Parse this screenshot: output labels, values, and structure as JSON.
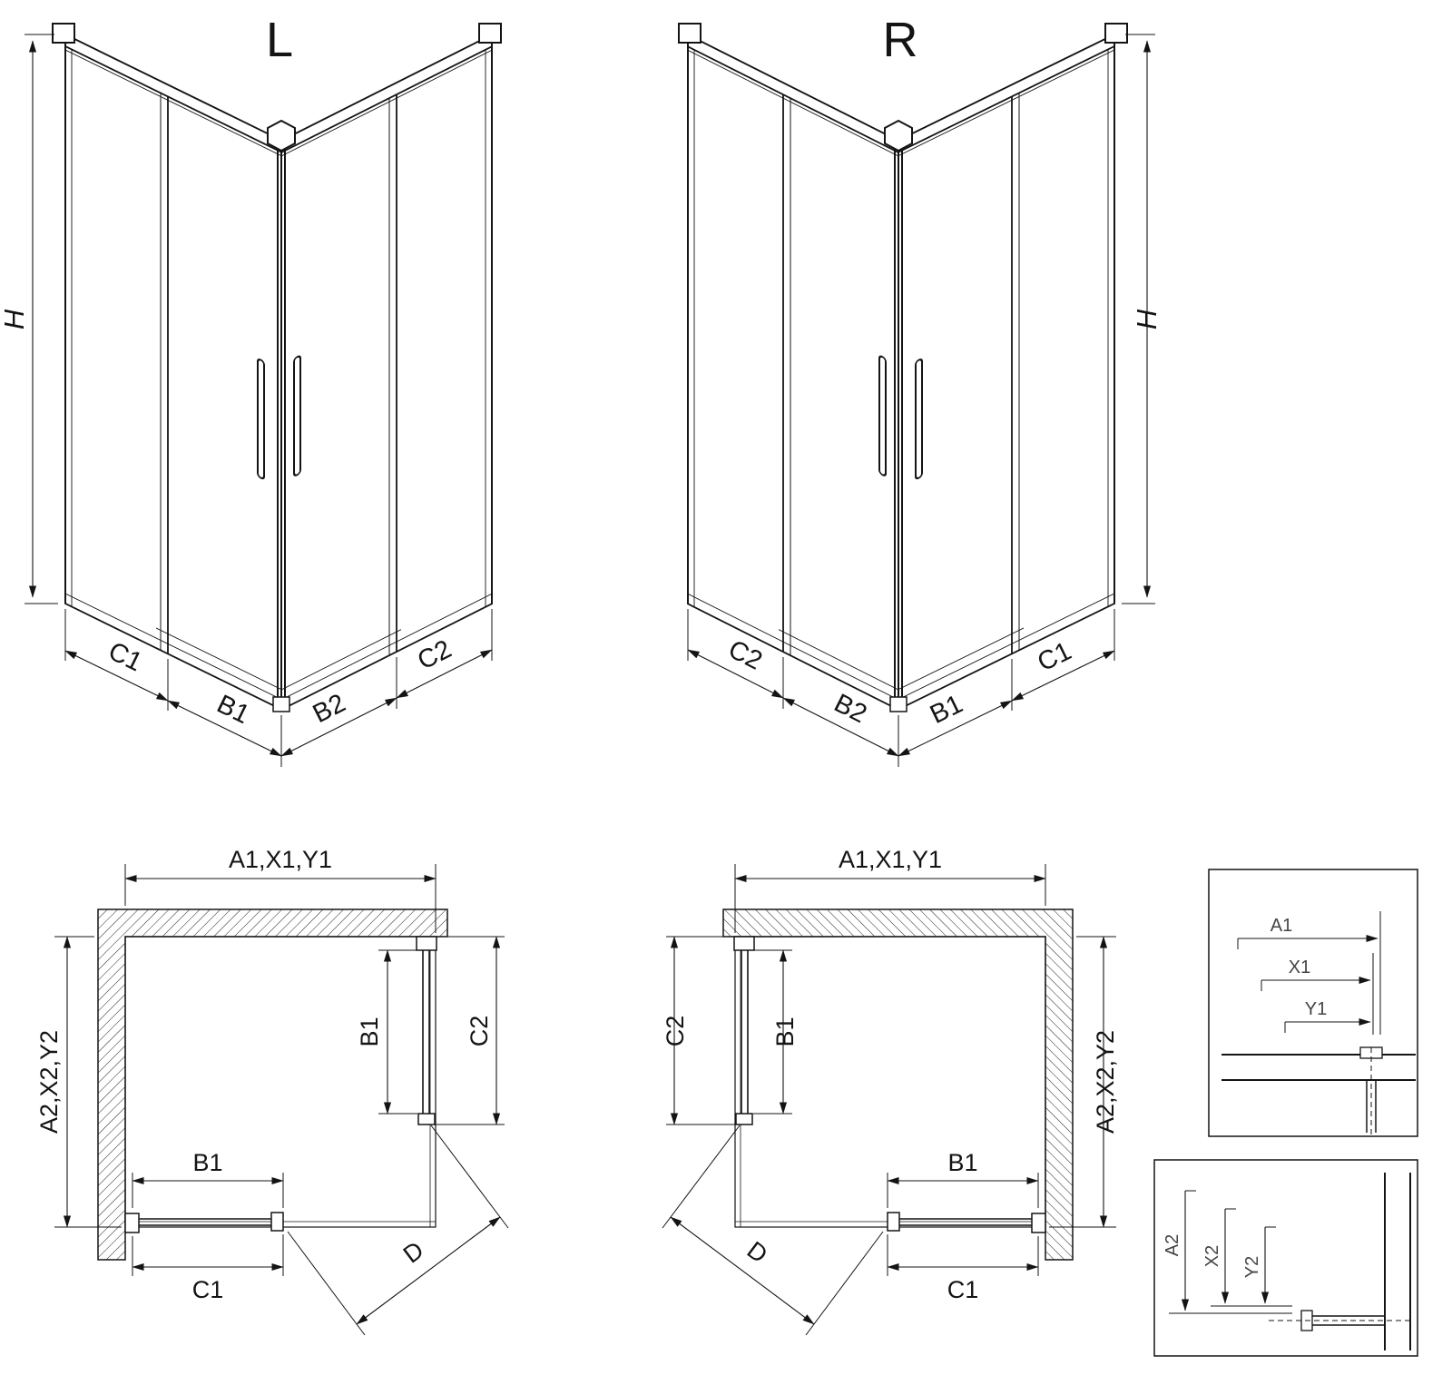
{
  "iso_left": {
    "title": "L",
    "height": "H",
    "seg_c1": "C1",
    "seg_b1": "B1",
    "seg_b2": "B2",
    "seg_c2": "C2"
  },
  "iso_right": {
    "title": "R",
    "height": "H",
    "seg_c1": "C1",
    "seg_b1": "B1",
    "seg_b2": "B2",
    "seg_c2": "C2"
  },
  "plan_left": {
    "width": "A1,X1,Y1",
    "depth": "A2,X2,Y2",
    "side_door": "B1",
    "side_panel": "C2",
    "bottom_door": "B1",
    "bottom_panel": "C1",
    "diagonal": "D"
  },
  "plan_right": {
    "width": "A1,X1,Y1",
    "depth": "A2,X2,Y2",
    "side_door": "B1",
    "side_panel": "C2",
    "bottom_door": "B1",
    "bottom_panel": "C1",
    "diagonal": "D"
  },
  "detail_width": {
    "dim_a1": "A1",
    "dim_x1": "X1",
    "dim_y1": "Y1"
  },
  "detail_depth": {
    "dim_a2": "A2",
    "dim_x2": "X2",
    "dim_y2": "Y2"
  }
}
